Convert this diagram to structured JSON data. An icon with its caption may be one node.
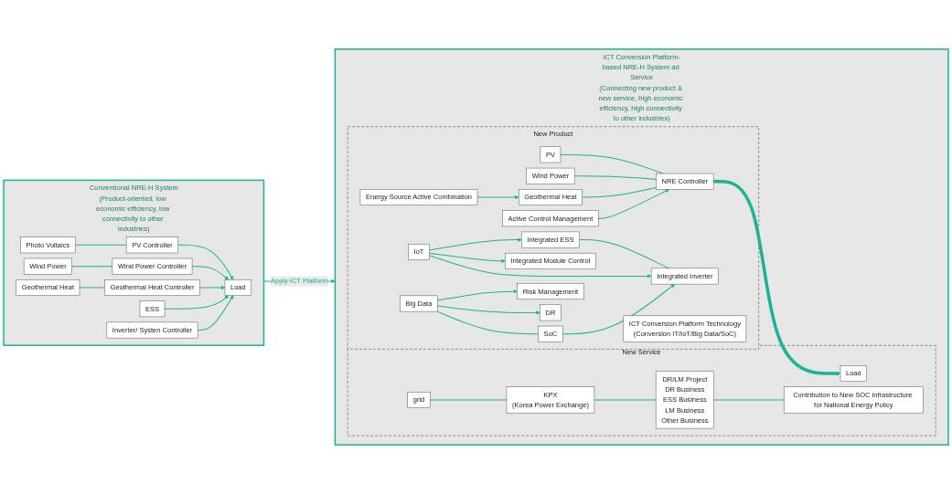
{
  "diagram": {
    "nodes": [
      {
        "text": [
          "Conventional NRE-H System",
          "(Product-oriented, low economic efficiency, low connectivity to other industries)"
        ]
      },
      {
        "text": [
          "Photo Voltaics"
        ],
        "in": 0
      },
      {
        "text": [
          "PV Controller"
        ],
        "in": 0
      },
      {
        "text": [
          "ESS"
        ],
        "in": 0
      },
      {
        "text": [
          "Wind Power"
        ],
        "in": 0
      },
      {
        "text": [
          "Wind Power Controller"
        ],
        "in": 0
      },
      {
        "text": [
          "Load"
        ],
        "in": 0
      },
      {
        "text": [
          "Inverter/ Systen Controller"
        ],
        "in": 0
      },
      {
        "text": [
          "Geothermal Heat"
        ],
        "in": 0
      },
      {
        "text": [
          "Geothermal Heat Controller"
        ],
        "in": 0
      },
      {
        "text": [
          "ICT Conversion Platform-based NRE-H System ad Service",
          "(Connecting new product & new service, high economic efficiency, high connectivity to other industries)"
        ]
      },
      {
        "text": [
          "New Product"
        ],
        "in": 10
      },
      {
        "text": [
          "PV"
        ],
        "in": 11
      },
      {
        "text": [
          "Integrated ESS"
        ],
        "in": 11
      },
      {
        "text": [
          "IoT"
        ],
        "in": 11
      },
      {
        "text": [
          "Wind Power"
        ],
        "in": 11
      },
      {
        "text": [
          "NRE Controller"
        ],
        "in": 11
      },
      {
        "text": [
          "Geothermal Heat"
        ],
        "in": 11
      },
      {
        "text": [
          "Integrated Inverter"
        ],
        "in": 11
      },
      {
        "text": [
          "Integrated Module Control"
        ],
        "in": 11
      },
      {
        "text": [
          "Energy Source Active Combination"
        ],
        "in": 11
      },
      {
        "text": [
          "Active Control Management"
        ],
        "in": 11
      },
      {
        "text": [
          "SoC"
        ],
        "in": 11
      },
      {
        "text": [
          "Risk Management"
        ],
        "in": 11
      },
      {
        "text": [
          "Big Data"
        ],
        "in": 11
      },
      {
        "text": [
          "DR"
        ],
        "in": 11
      },
      {
        "text": [
          "ICT Conversion Platform Technology",
          "(Conversion IT/IoT/Big Data/SoC)"
        ],
        "in": 11
      },
      {
        "text": [
          "New Service"
        ],
        "in": 10
      },
      {
        "text": [
          "grid"
        ],
        "in": 27
      },
      {
        "text": [
          "Load"
        ],
        "in": 27
      },
      {
        "text": [
          "KPX",
          "(Korea Power Exchange)"
        ],
        "in": 27
      },
      {
        "text": [
          "DR/LM Project",
          "DR Business",
          "ESS Business",
          "LM Business",
          "Other Business"
        ],
        "in": 27
      },
      {
        "text": [
          "Contribution to New SOC infrastructure for National Energy Policy"
        ],
        "in": 27
      }
    ],
    "edges": [
      {
        "from": 1,
        "to": 2,
        "arrow": "none"
      },
      {
        "from": 4,
        "to": 5,
        "arrow": "none"
      },
      {
        "from": 8,
        "to": 9,
        "arrow": "none"
      },
      {
        "from": 2,
        "to": 6,
        "arrow": "to"
      },
      {
        "from": 5,
        "to": 6,
        "arrow": "to"
      },
      {
        "from": 9,
        "to": 6,
        "arrow": "to"
      },
      {
        "from": 3,
        "to": 6,
        "arrow": "to"
      },
      {
        "from": 7,
        "to": 6,
        "arrow": "to"
      },
      {
        "from": 0,
        "to": 10,
        "arrow": "to",
        "label": "Apply ICT Platform"
      },
      {
        "from": 12,
        "to": 16,
        "arrow": "none"
      },
      {
        "from": 15,
        "to": 16,
        "arrow": "none"
      },
      {
        "from": 17,
        "to": 16,
        "arrow": "none"
      },
      {
        "from": 20,
        "to": 17,
        "arrow": "to"
      },
      {
        "from": 21,
        "to": 16,
        "arrow": "to"
      },
      {
        "from": 16,
        "to": 29,
        "arrow": "to",
        "style": "thick"
      },
      {
        "from": 13,
        "to": 18,
        "arrow": "none"
      },
      {
        "from": 14,
        "to": 13,
        "arrow": "to"
      },
      {
        "from": 14,
        "to": 18,
        "arrow": "to"
      },
      {
        "from": 14,
        "to": 19,
        "arrow": "to"
      },
      {
        "from": 22,
        "to": 18,
        "arrow": "to"
      },
      {
        "from": 24,
        "to": 22,
        "arrow": "none"
      },
      {
        "from": 24,
        "to": 23,
        "arrow": "to"
      },
      {
        "from": 24,
        "to": 25,
        "arrow": "to"
      },
      {
        "from": 28,
        "to": 30,
        "arrow": "none"
      },
      {
        "from": 30,
        "to": 31,
        "arrow": "none"
      },
      {
        "from": 31,
        "to": 32,
        "arrow": "none"
      }
    ]
  }
}
